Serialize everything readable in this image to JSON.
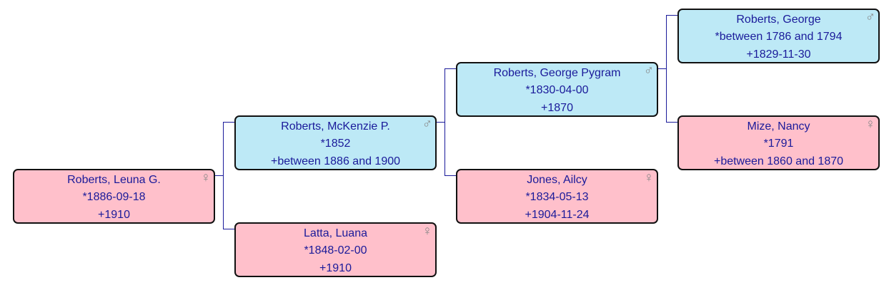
{
  "people": {
    "p1": {
      "name": "Roberts, Leuna G.",
      "birth": "*1886-09-18",
      "death": "+1910",
      "sex": "female",
      "sex_symbol": "♀"
    },
    "p2": {
      "name": "Roberts, McKenzie P.",
      "birth": "*1852",
      "death": "+between 1886 and 1900",
      "sex": "male",
      "sex_symbol": "♂"
    },
    "p3": {
      "name": "Latta, Luana",
      "birth": "*1848-02-00",
      "death": "+1910",
      "sex": "female",
      "sex_symbol": "♀"
    },
    "p4": {
      "name": "Roberts, George Pygram",
      "birth": "*1830-04-00",
      "death": "+1870",
      "sex": "male",
      "sex_symbol": "♂"
    },
    "p5": {
      "name": "Jones, Ailcy",
      "birth": "*1834-05-13",
      "death": "+1904-11-24",
      "sex": "female",
      "sex_symbol": "♀"
    },
    "p8": {
      "name": "Roberts, George",
      "birth": "*between 1786 and 1794",
      "death": "+1829-11-30",
      "sex": "male",
      "sex_symbol": "♂"
    },
    "p9": {
      "name": "Mize, Nancy",
      "birth": "*1791",
      "death": "+between 1860 and 1870",
      "sex": "female",
      "sex_symbol": "♀"
    }
  },
  "colors": {
    "male": "#bde9f6",
    "female": "#ffc0cb",
    "text": "#1a1a9a",
    "connector": "#1a1a9a"
  }
}
